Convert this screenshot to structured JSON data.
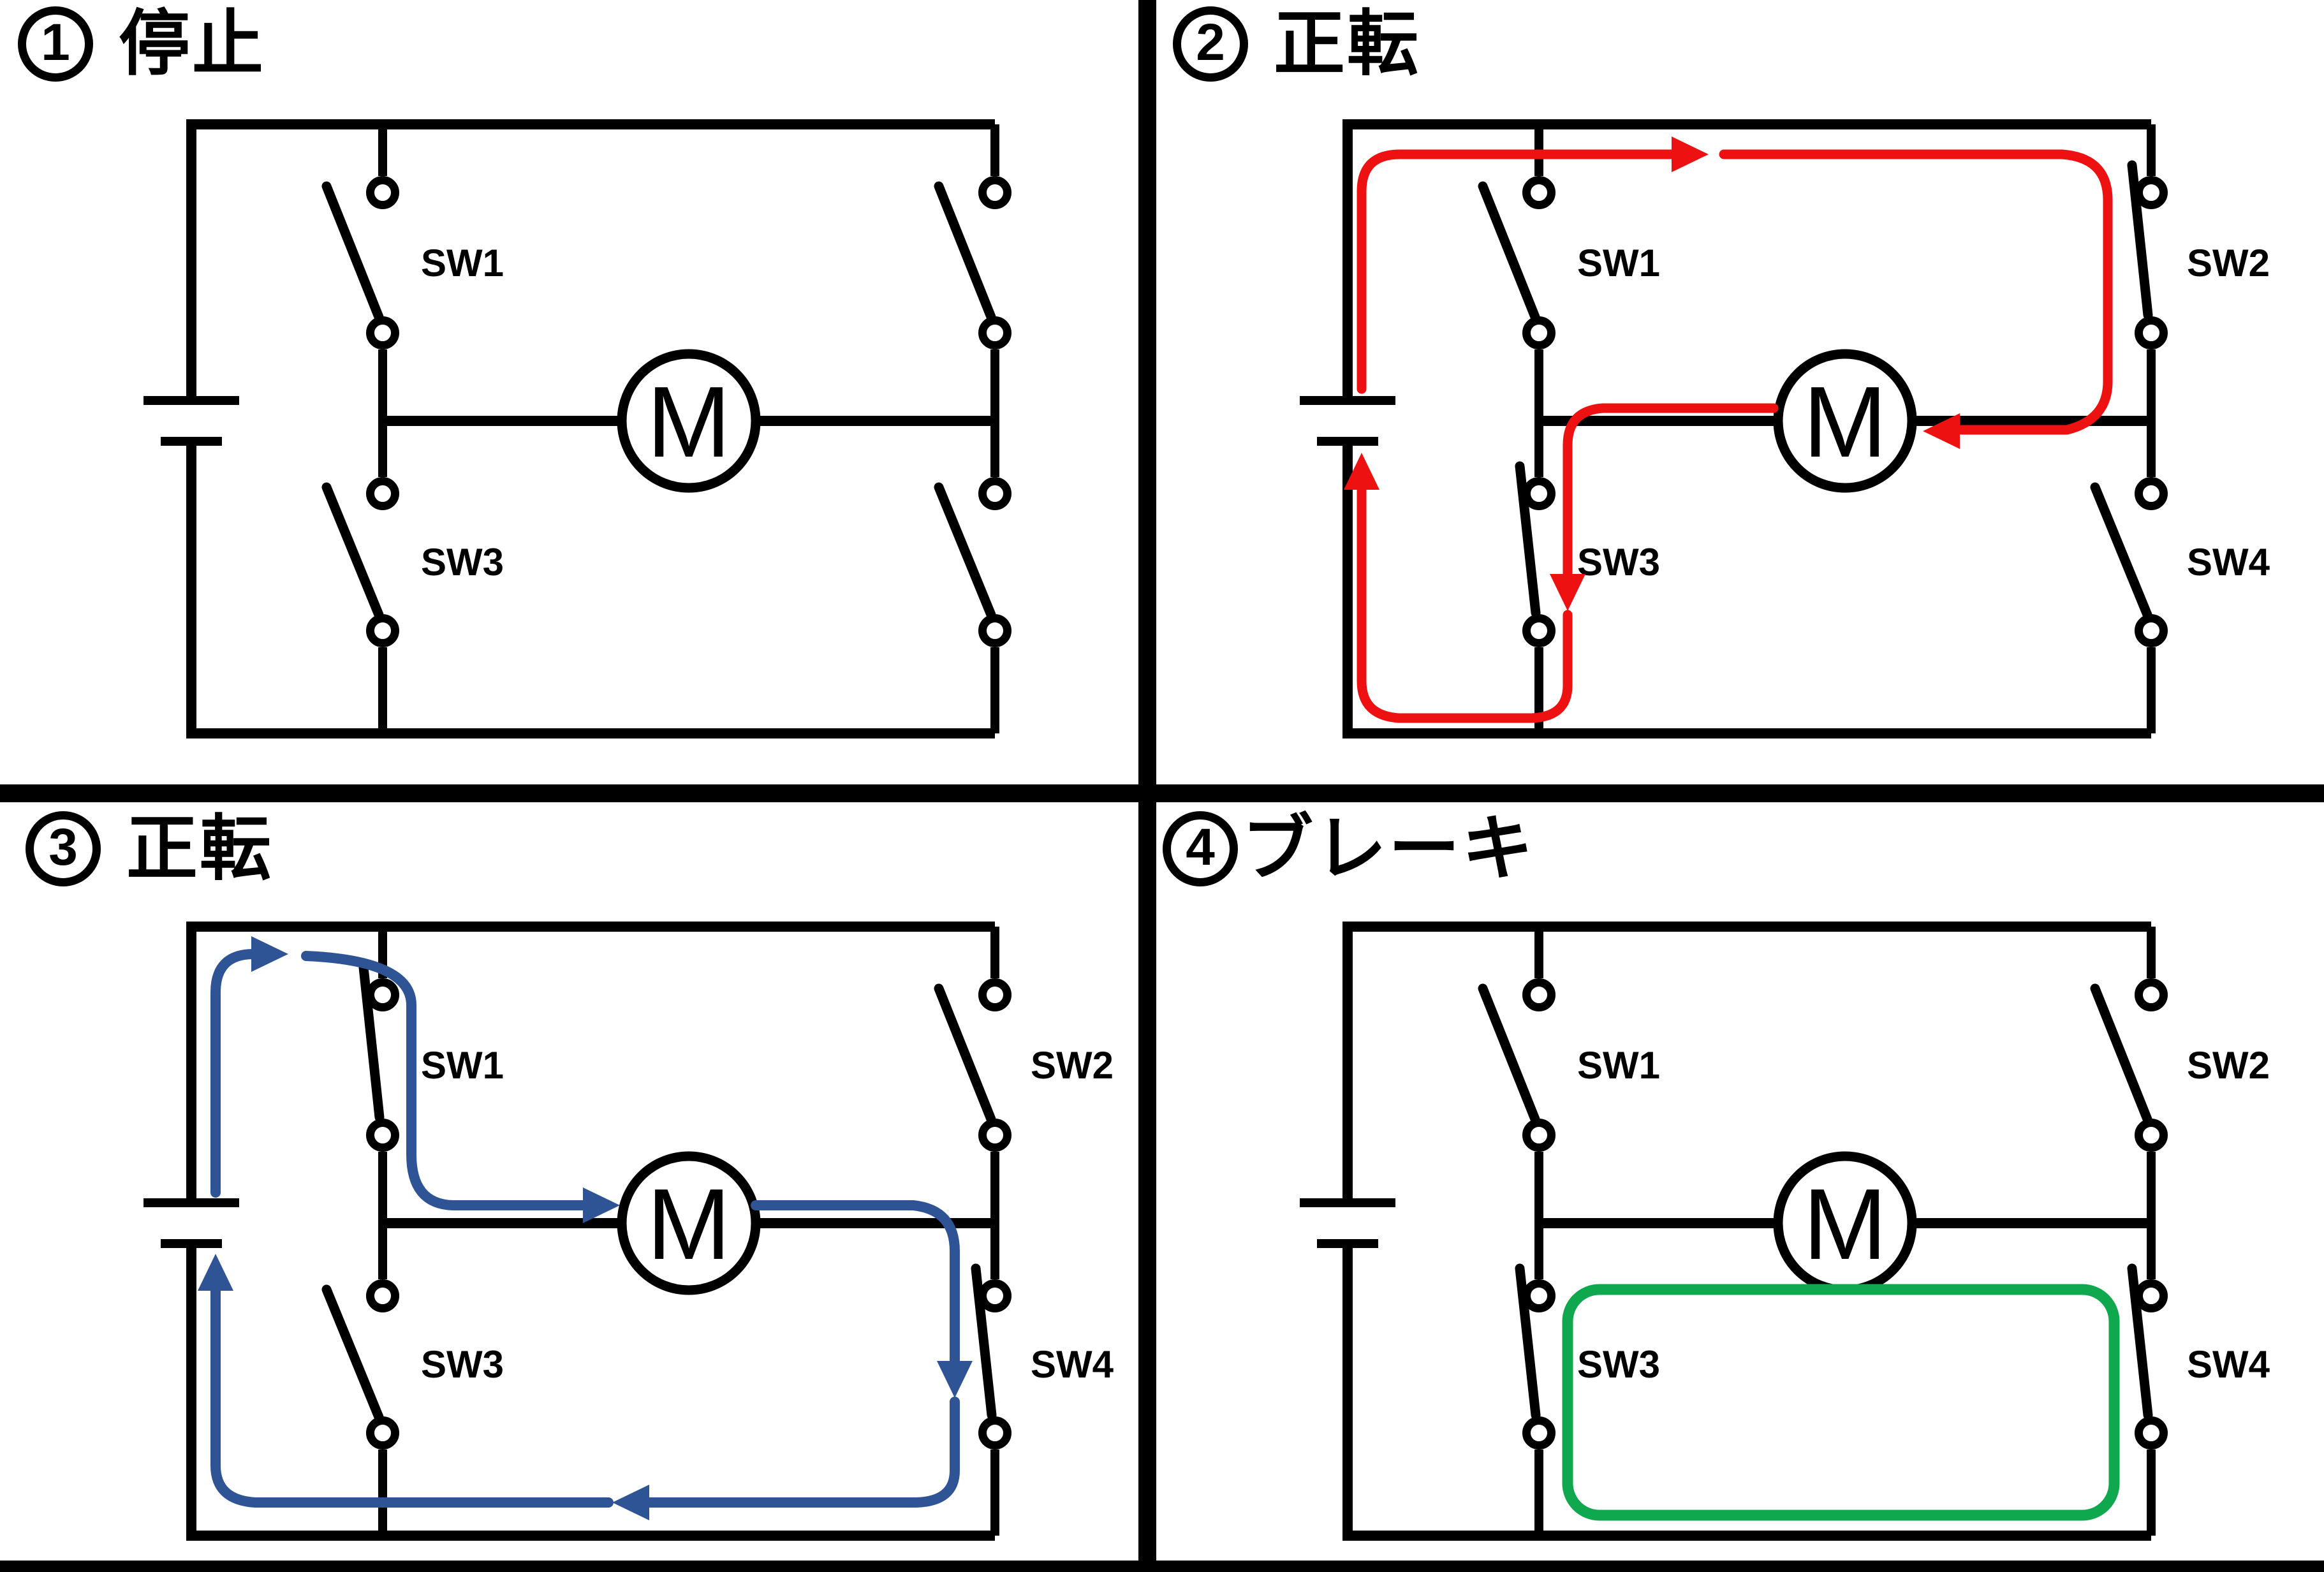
{
  "colors": {
    "background": "#FFFFFF",
    "wire": "#000000",
    "forward_current_path": "#EE1111",
    "reverse_current_path": "#2F5496",
    "brake_loop": "#0FA84F"
  },
  "quadrants": [
    {
      "number": "1",
      "title": "停止",
      "motor_label": "M",
      "switches": [
        {
          "name": "SW1",
          "label": "SW1",
          "state": "open"
        },
        {
          "name": "SW2",
          "label": "",
          "state": "open"
        },
        {
          "name": "SW3",
          "label": "SW3",
          "state": "open"
        },
        {
          "name": "SW4",
          "label": "",
          "state": "open"
        }
      ],
      "overlay": {
        "type": "none",
        "color": "",
        "motor_current": ""
      }
    },
    {
      "number": "2",
      "title": "正転",
      "motor_label": "M",
      "switches": [
        {
          "name": "SW1",
          "label": "SW1",
          "state": "open"
        },
        {
          "name": "SW2",
          "label": "SW2",
          "state": "closed"
        },
        {
          "name": "SW3",
          "label": "SW3",
          "state": "closed"
        },
        {
          "name": "SW4",
          "label": "SW4",
          "state": "open"
        }
      ],
      "overlay": {
        "type": "current-path",
        "color": "#EE1111",
        "motor_current": "right-to-left"
      }
    },
    {
      "number": "3",
      "title": "正転",
      "motor_label": "M",
      "switches": [
        {
          "name": "SW1",
          "label": "SW1",
          "state": "closed"
        },
        {
          "name": "SW2",
          "label": "SW2",
          "state": "open"
        },
        {
          "name": "SW3",
          "label": "SW3",
          "state": "open"
        },
        {
          "name": "SW4",
          "label": "SW4",
          "state": "closed"
        }
      ],
      "overlay": {
        "type": "current-path",
        "color": "#2F5496",
        "motor_current": "left-to-right"
      }
    },
    {
      "number": "4",
      "title": "ブレーキ",
      "motor_label": "M",
      "switches": [
        {
          "name": "SW1",
          "label": "SW1",
          "state": "open"
        },
        {
          "name": "SW2",
          "label": "SW2",
          "state": "open"
        },
        {
          "name": "SW3",
          "label": "SW3",
          "state": "closed"
        },
        {
          "name": "SW4",
          "label": "SW4",
          "state": "closed"
        }
      ],
      "overlay": {
        "type": "brake-loop",
        "color": "#0FA84F",
        "motor_current": ""
      }
    }
  ]
}
